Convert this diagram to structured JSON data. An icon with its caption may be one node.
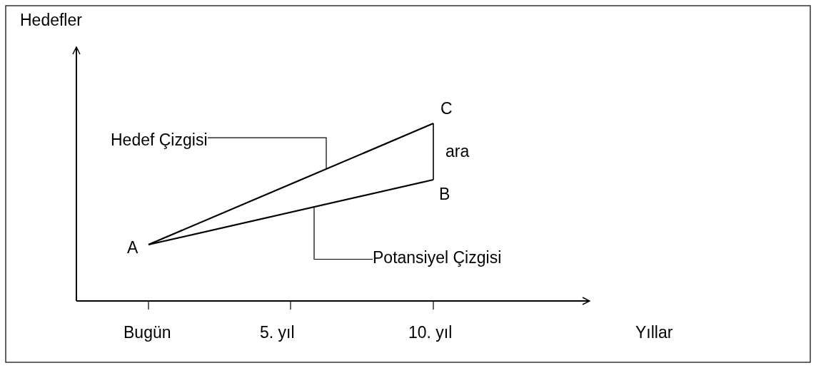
{
  "diagram": {
    "nodes": [
      {
        "text": [
          "A"
        ]
      },
      {
        "text": [
          "B"
        ]
      },
      {
        "text": [
          "C"
        ]
      },
      {
        "text": [
          "Hedef Çizgisi"
        ]
      },
      {
        "text": [
          "Potansiyel Çizgisi"
        ]
      }
    ],
    "edges": [
      {
        "from": 0,
        "to": 2,
        "arrow": "none"
      },
      {
        "from": 0,
        "to": 1,
        "arrow": "none"
      },
      {
        "from": 2,
        "to": 1,
        "arrow": "none",
        "label": "ara"
      },
      {
        "from": 3,
        "to": null,
        "arrow": "none"
      },
      {
        "from": 4,
        "to": null,
        "arrow": "none"
      }
    ],
    "labels": [
      "Hedefler",
      "Bugün",
      "5. yıl",
      "10. yıl",
      "Yıllar"
    ]
  }
}
